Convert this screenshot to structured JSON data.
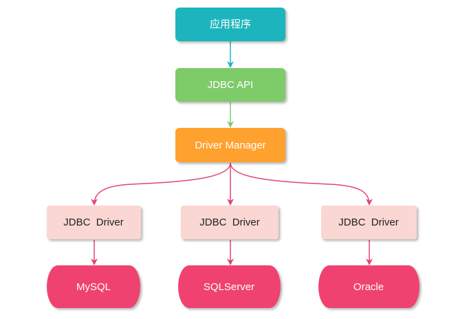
{
  "nodes": {
    "app": {
      "label": "应用程序",
      "color": "#1fb5bd"
    },
    "jdbc_api": {
      "label": "JDBC API",
      "color": "#7ecb6a"
    },
    "driver_manager": {
      "label": "Driver Manager",
      "color": "#ffa12d"
    },
    "driver_mysql": {
      "label": "JDBC  Driver",
      "color": "#fad7d2"
    },
    "driver_sqlserver": {
      "label": "JDBC  Driver",
      "color": "#fad7d2"
    },
    "driver_oracle": {
      "label": "JDBC  Driver",
      "color": "#fad7d2"
    },
    "db_mysql": {
      "label": "MySQL",
      "color": "#ef4370"
    },
    "db_sqlserver": {
      "label": "SQLServer",
      "color": "#ef4370"
    },
    "db_oracle": {
      "label": "Oracle",
      "color": "#ef4370"
    }
  },
  "edge_colors": {
    "app_to_api": "#1fb5bd",
    "api_to_manager": "#7ecb6a",
    "manager_to_drivers": "#e0456c",
    "drivers_to_dbs": "#e0456c"
  }
}
